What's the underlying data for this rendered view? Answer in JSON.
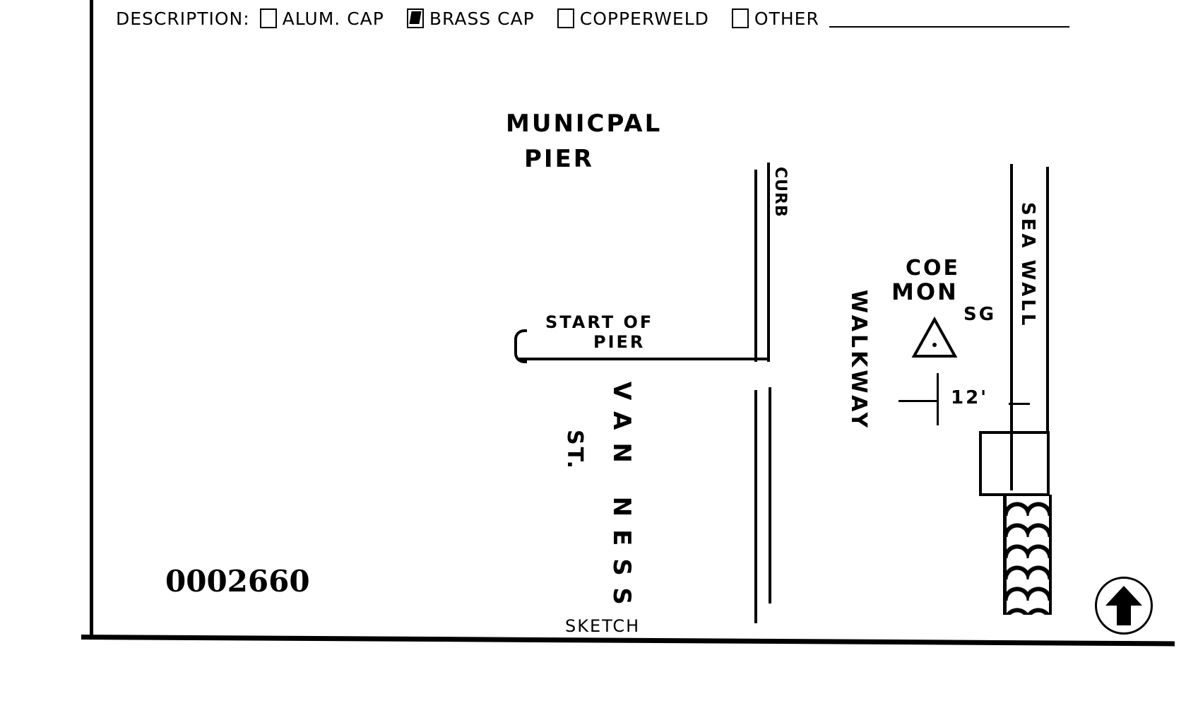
{
  "header": {
    "label": "DESCRIPTION:",
    "options": [
      {
        "label": "ALUM. CAP",
        "checked": false
      },
      {
        "label": "BRASS CAP",
        "checked": true
      },
      {
        "label": "COPPERWELD",
        "checked": false
      },
      {
        "label": "OTHER",
        "checked": false
      }
    ]
  },
  "sketch": {
    "labels": {
      "municipal_pier_line1": "MUNICPAL",
      "municipal_pier_line2": "PIER",
      "curb": "CURB",
      "start_of_pier_line1": "START OF",
      "start_of_pier_line2": "PIER",
      "walkway": "WALKWAY",
      "coe_mon_line1": "COE",
      "coe_mon_line2": "MON",
      "sg": "SG",
      "sea_wall": "SEA WALL",
      "distance": "12'",
      "street_name": "VAN NESS",
      "street_suffix": "ST."
    },
    "monument_symbol": "triangle-with-dot",
    "north_arrow": "north-arrow-icon",
    "caption": "SKETCH"
  },
  "document_number": "0002660"
}
